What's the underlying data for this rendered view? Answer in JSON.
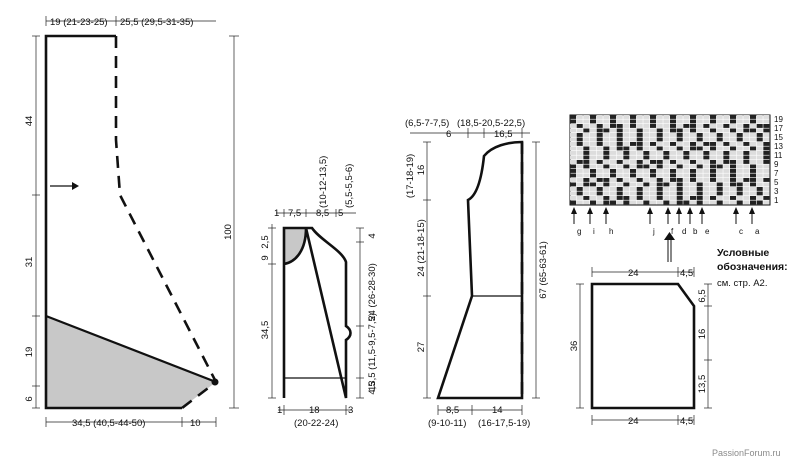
{
  "colors": {
    "line": "#111111",
    "shade": "#c8c8c8",
    "chart_dark": "#222222",
    "chart_light": "#dddddd",
    "watermark": "#8a8a8a"
  },
  "sleeve": {
    "top_left": "19 (21-23-25)",
    "top_right": "25,5 (29,5-31-35)",
    "v_44": "44",
    "v_31": "31",
    "v_19": "19",
    "v_6": "6",
    "v_100": "100",
    "bottom_left": "34,5 (40,5-44-50)",
    "bottom_right": "10"
  },
  "back": {
    "top_a": "(10-12-13,5)",
    "top_b": "(5,5-5,5-6)",
    "w_1": "1",
    "w_7_5": "7,5",
    "w_8_5": "8,5",
    "w_5": "5",
    "v_2_5": "2,5",
    "v_9": "9",
    "v_4": "4",
    "v_24": "24 (26-28-30)",
    "v_34_5": "34,5",
    "v_13_5": "13,5 (11,5-9,5-7,5)",
    "v_4_5": "4,5",
    "b_1": "1",
    "b_18": "18",
    "b_3": "3",
    "b_sizes": "(20-22-24)"
  },
  "front": {
    "top_a": "(6,5-7-7,5)",
    "top_b": "(18,5-20,5-22,5)",
    "w_6": "6",
    "w_16_5": "16,5",
    "v_16": "16",
    "v_17": "(17-18-19)",
    "v_24": "24 (21-18-15)",
    "v_27": "27",
    "v_67": "67 (65-63-61)",
    "b_8_5": "8,5",
    "b_14": "14",
    "b_left": "(9-10-11)",
    "b_right": "(16-17,5-19)"
  },
  "chart": {
    "row_numbers": [
      "19",
      "17",
      "15",
      "13",
      "11",
      "9",
      "7",
      "5",
      "3",
      "1"
    ],
    "letters": [
      "g",
      "i",
      "h",
      "j",
      "f",
      "d",
      "b",
      "e",
      "c",
      "a"
    ]
  },
  "legend": {
    "title_1": "Условные",
    "title_2": "обозначения:",
    "ref": "см. стр. А2."
  },
  "pocket": {
    "top_24": "24",
    "top_4_5": "4,5",
    "v_36": "36",
    "v_6_5": "6,5",
    "v_16": "16",
    "v_13_5": "13,5",
    "bottom_24": "24",
    "bottom_4_5": "4,5"
  },
  "watermark": "PassionForum.ru"
}
